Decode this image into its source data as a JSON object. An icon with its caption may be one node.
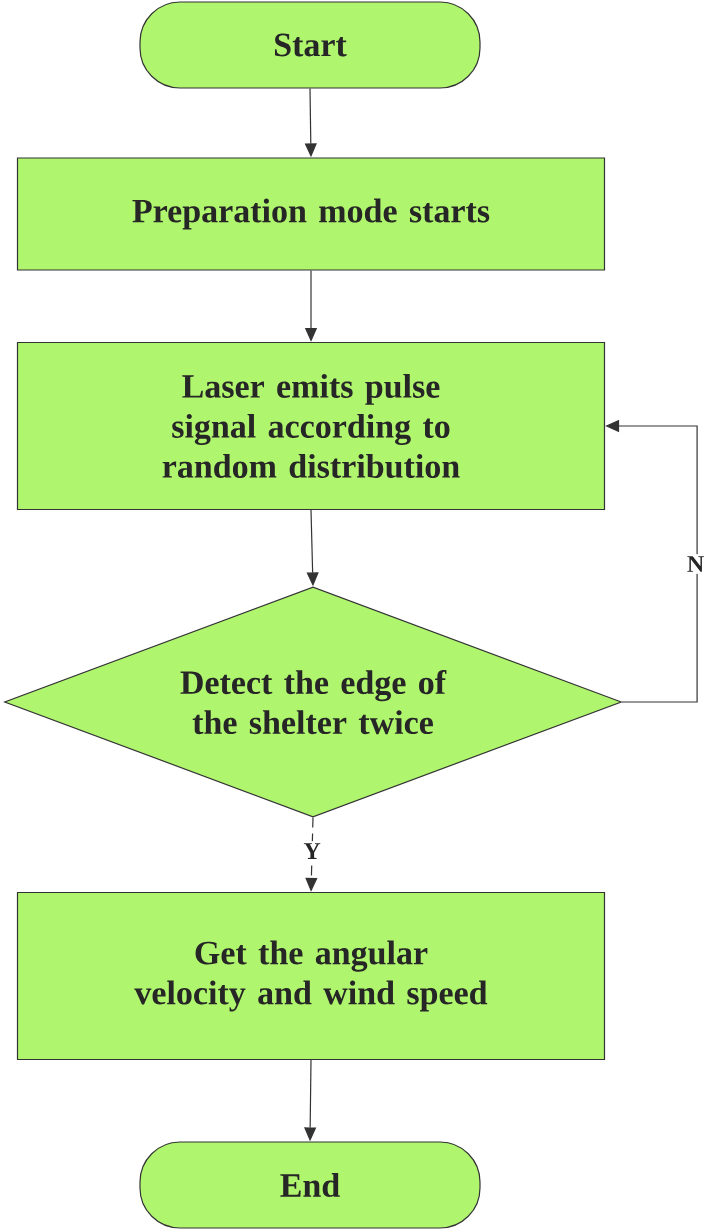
{
  "diagram": {
    "nodes": [
      {
        "text": [
          "Start"
        ]
      },
      {
        "text": [
          "Preparation mode starts"
        ]
      },
      {
        "text": [
          "Laser emits pulse signal according to random distribution"
        ]
      },
      {
        "text": [
          "Detect the edge of the shelter twice"
        ]
      },
      {
        "text": [
          "Get the angular velocity and wind speed"
        ]
      },
      {
        "text": [
          "End"
        ]
      }
    ],
    "edges": [
      {
        "from": 0,
        "to": 1,
        "arrow": "to"
      },
      {
        "from": 1,
        "to": 2,
        "arrow": "to"
      },
      {
        "from": 2,
        "to": 3,
        "arrow": "to"
      },
      {
        "from": 3,
        "to": 4,
        "arrow": "to",
        "label": "Y",
        "style": "dashed"
      },
      {
        "from": 3,
        "to": 2,
        "arrow": "to",
        "label": "N"
      },
      {
        "from": 4,
        "to": 5,
        "arrow": "to"
      }
    ]
  }
}
